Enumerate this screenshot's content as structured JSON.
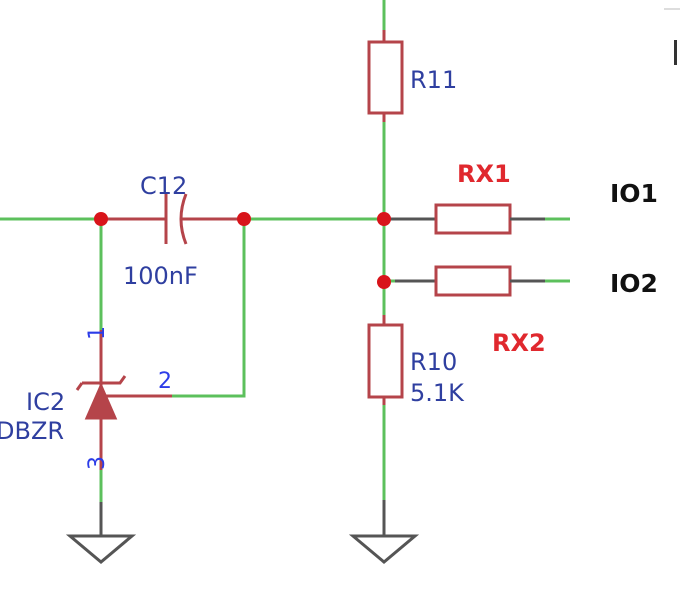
{
  "colors": {
    "wire": "#5cc05c",
    "component": "#b5444a",
    "junction": "#d8141a",
    "ground": "#555555",
    "label_blue": "#2f3fa0",
    "label_red": "#e0282e",
    "label_black": "#111111",
    "pin_number": "#2c3ce8"
  },
  "components": {
    "r11": {
      "designator": "R11"
    },
    "c12": {
      "designator": "C12",
      "value": "100nF"
    },
    "ic2": {
      "designator": "IC2",
      "part_fragment": "DBZR",
      "pin1": "1",
      "pin2": "2",
      "pin3": "3"
    },
    "r10": {
      "designator": "R10",
      "value": "5.1K"
    },
    "rx1": {
      "designator": "RX1"
    },
    "rx2": {
      "designator": "RX2"
    }
  },
  "nets": {
    "io1": "IO1",
    "io2": "IO2"
  }
}
